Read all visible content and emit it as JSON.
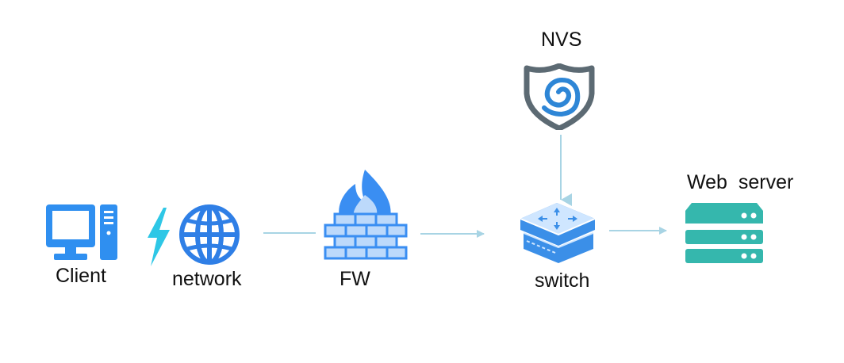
{
  "diagram": {
    "nodes": [
      {
        "id": "client",
        "label": "Client",
        "icon": "desktop-computer-icon"
      },
      {
        "id": "network",
        "label": "network",
        "icon": "globe-icon"
      },
      {
        "id": "fw",
        "label": "FW",
        "icon": "firewall-icon"
      },
      {
        "id": "nvs",
        "label": "NVS",
        "icon": "shield-icon"
      },
      {
        "id": "switch",
        "label": "switch",
        "icon": "switch-icon"
      },
      {
        "id": "web_server",
        "label": "Web  server",
        "icon": "server-icon"
      }
    ],
    "edges": [
      {
        "from": "network",
        "to": "fw",
        "arrow": false
      },
      {
        "from": "fw",
        "to": "switch",
        "arrow": true
      },
      {
        "from": "nvs",
        "to": "switch",
        "arrow": true
      },
      {
        "from": "switch",
        "to": "web_server",
        "arrow": true
      }
    ]
  },
  "colors": {
    "client_blue": "#2f8ff0",
    "globe_blue": "#2f7fe6",
    "lightning_cyan": "#2ec7e6",
    "firewall_blue": "#3a8ef2",
    "shield_gray": "#5c6a73",
    "spiral_blue": "#2e86d6",
    "switch_blue": "#3b8fe8",
    "server_teal": "#35b7ad",
    "connector": "#a8d4e4"
  }
}
